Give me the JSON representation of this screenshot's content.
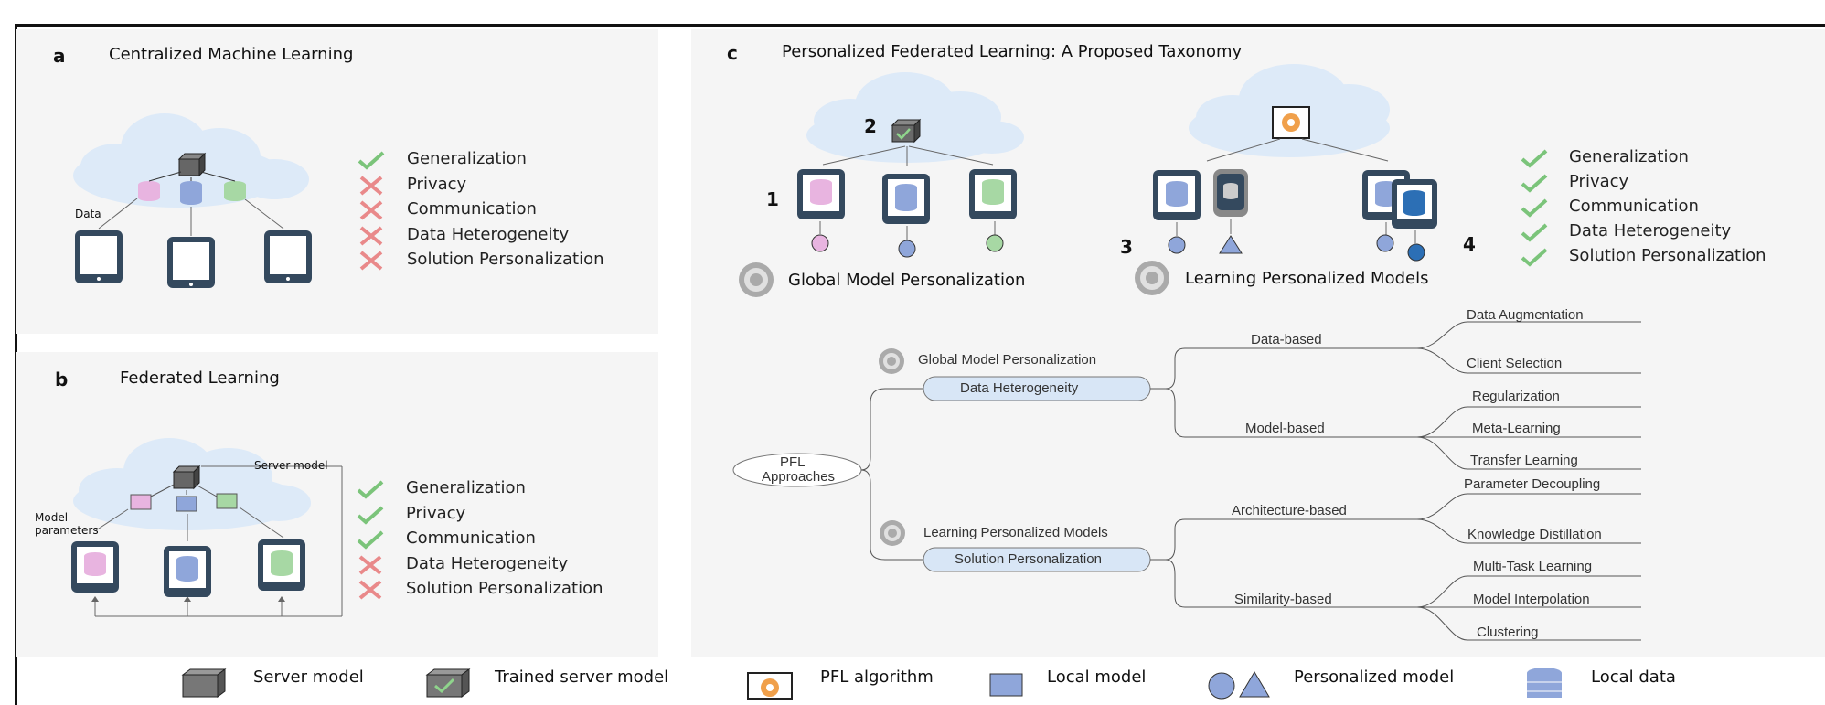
{
  "panels": {
    "a": {
      "label": "a",
      "title": "Centralized Machine Learning",
      "data_label": "Data",
      "criteria": [
        {
          "text": "Generalization",
          "status": "check"
        },
        {
          "text": "Privacy",
          "status": "cross"
        },
        {
          "text": "Communication",
          "status": "cross"
        },
        {
          "text": "Data Heterogeneity",
          "status": "cross"
        },
        {
          "text": "Solution Personalization",
          "status": "cross"
        }
      ]
    },
    "b": {
      "label": "b",
      "title": "Federated Learning",
      "server_label": "Server model",
      "params_label_1": "Model",
      "params_label_2": "parameters",
      "criteria": [
        {
          "text": "Generalization",
          "status": "check"
        },
        {
          "text": "Privacy",
          "status": "check"
        },
        {
          "text": "Communication",
          "status": "check"
        },
        {
          "text": "Data Heterogeneity",
          "status": "cross"
        },
        {
          "text": "Solution Personalization",
          "status": "cross"
        }
      ]
    },
    "c": {
      "label": "c",
      "title": "Personalized Federated Learning: A Proposed Taxonomy",
      "step_1": "1",
      "step_2": "2",
      "step_3": "3",
      "step_4": "4",
      "left_caption": "Global Model Personalization",
      "right_caption": "Learning Personalized Models",
      "criteria": [
        {
          "text": "Generalization",
          "status": "check"
        },
        {
          "text": "Privacy",
          "status": "check"
        },
        {
          "text": "Communication",
          "status": "check"
        },
        {
          "text": "Data Heterogeneity",
          "status": "check"
        },
        {
          "text": "Solution Personalization",
          "status": "check"
        }
      ]
    }
  },
  "taxonomy": {
    "root_1": "PFL",
    "root_2": "Approaches",
    "branch_top_heading": "Global Model Personalization",
    "branch_top_pill": "Data Heterogeneity",
    "branch_bottom_heading": "Learning Personalized Models",
    "branch_bottom_pill": "Solution Personalization",
    "data_based": "Data-based",
    "model_based": "Model-based",
    "architecture_based": "Architecture-based",
    "similarity_based": "Similarity-based",
    "data_aug": "Data Augmentation",
    "client_sel": "Client Selection",
    "regularization": "Regularization",
    "meta_learning": "Meta-Learning",
    "transfer_learning": "Transfer Learning",
    "param_decoupling": "Parameter Decoupling",
    "knowledge_distillation": "Knowledge Distillation",
    "multi_task": "Multi-Task Learning",
    "model_interp": "Model Interpolation",
    "clustering": "Clustering"
  },
  "legend": {
    "server_model": "Server model",
    "trained_server_model": "Trained server model",
    "pfl_algorithm": "PFL algorithm",
    "local_model": "Local model",
    "personalized_model": "Personalized model",
    "local_data": "Local data"
  },
  "colors": {
    "check": "#7bc47a",
    "cross": "#e9898a",
    "cloud": "#ddeaf8",
    "phone": "#34495e",
    "pink": "#e8b4e0",
    "blue": "#8fa6da",
    "green": "#a7d8a4",
    "pill": "#d8e6f6",
    "orange": "#f0a04b"
  }
}
